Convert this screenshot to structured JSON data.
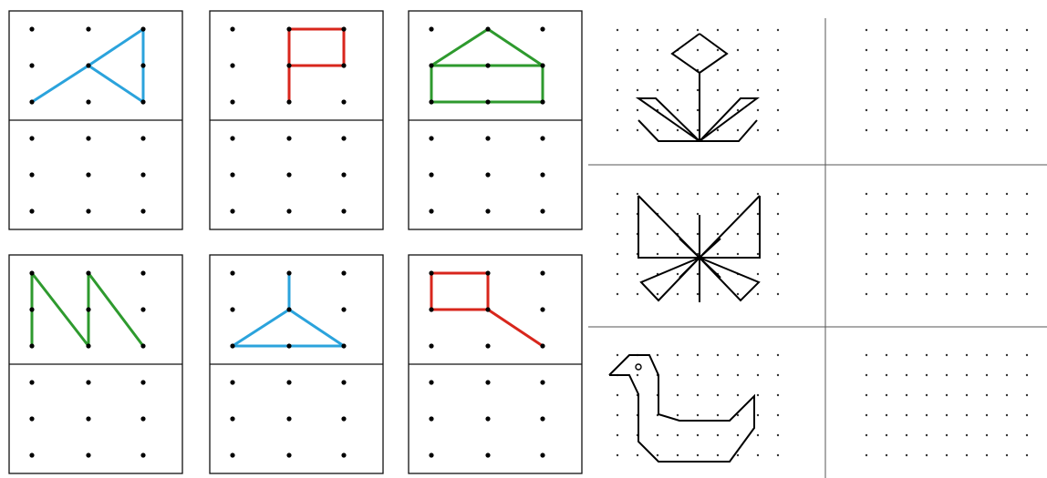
{
  "top_text": "",
  "colors": {
    "blue": "#2ba3dc",
    "red": "#d8261c",
    "green": "#2e9a2e",
    "black": "#111111",
    "grid_line": "#555555"
  },
  "left_cards": [
    {
      "name": "triangle-card",
      "color": "blue",
      "shape": "triangle-pointing-left"
    },
    {
      "name": "flag-card",
      "color": "red",
      "shape": "flag"
    },
    {
      "name": "house-card",
      "color": "green",
      "shape": "house"
    },
    {
      "name": "zigzag-card",
      "color": "green",
      "shape": "zigzag-n"
    },
    {
      "name": "tripod-card",
      "color": "blue",
      "shape": "triangle-with-stem"
    },
    {
      "name": "key-card",
      "color": "red",
      "shape": "square-with-tail"
    }
  ],
  "right_rows": [
    {
      "name": "flower-row",
      "shape": "flower"
    },
    {
      "name": "butterfly-row",
      "shape": "butterfly"
    },
    {
      "name": "duck-row",
      "shape": "duck"
    }
  ]
}
